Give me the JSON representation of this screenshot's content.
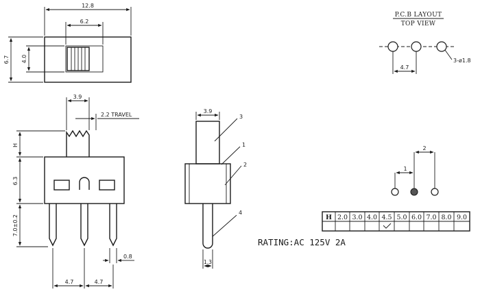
{
  "top_view": {
    "width_label": "12.8",
    "slot_label": "6.2",
    "height_label": "6.7",
    "slot_height_label": "4.0"
  },
  "pcb_layout": {
    "title_line1": "P.C.B LAYOUT",
    "title_line2": "TOP VIEW",
    "pitch_label": "4.7",
    "hole_label": "3-ø1.8"
  },
  "front_view": {
    "actuator_label": "3.9",
    "travel_label": "2.2 TRAVEL",
    "h_label": "H",
    "body_height_label": "6.3",
    "pin_length_label": "7.0±0.2",
    "pin_width_label": "0.8",
    "pitch_left_label": "4.7",
    "pitch_right_label": "4.7"
  },
  "side_view": {
    "actuator_label": "3.9",
    "pin_label": "1.3",
    "callouts": [
      "1",
      "2",
      "3",
      "4"
    ]
  },
  "schematic": {
    "label_1": "1",
    "label_2": "2"
  },
  "h_table": {
    "header": "H",
    "values": [
      "2.0",
      "3.0",
      "4.0",
      "4.5",
      "5.0",
      "6.0",
      "7.0",
      "8.0",
      "9.0"
    ],
    "checked_value": "4.5"
  },
  "rating": "RATING:AC 125V 2A"
}
